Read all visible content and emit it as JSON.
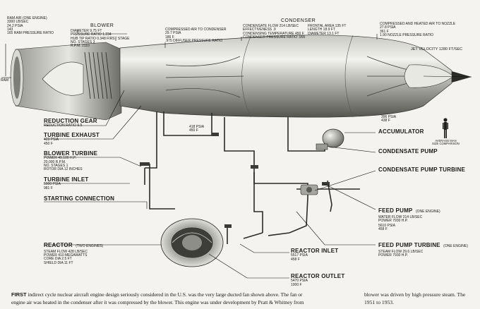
{
  "top_blocks": {
    "ram_air": {
      "title": "RAM AIR (ONE ENGINE)",
      "lines": [
        "3300 LB/SEC",
        "24.2 PSIA",
        "143",
        "165     RAM PRESSURE RATIO"
      ]
    },
    "blower": {
      "heading": "BLOWER",
      "lines": [
        "DIAMETER         9.75 FT",
        "PRESSURE RATIO  1.234",
        "HUB TIP RATIO 0.348 FIRST STAGE",
        "NO. STAGES         3",
        "R.P.M.                2110"
      ]
    },
    "compressed_air": {
      "title": "COMPRESSED AIR TO CONDENSER",
      "lines": [
        "29.7  PSIA",
        "186   F",
        ".975  DIFFUSER PRESSURE RATIO"
      ]
    },
    "condenser": {
      "heading": "CONDENSER",
      "lines": [
        "CONDENSATE FLOW 214  LB/SEC",
        "EFFECTIVENESS         .9",
        "CONDENSING TEMPERATURE  450 F",
        "CONDENSER PRESSURE RATIO .955"
      ],
      "lines2": [
        "FRONTAL AREA      135 FT",
        "LENGTH             18.9 FT",
        "DIAMETER           13.1 FT"
      ]
    },
    "heated_air": {
      "title": "COMPRESSED AND HEATED AIR TO NOZZLE",
      "lines": [
        "27.8  PSIA",
        "361   F",
        "1.90  NOZZLE PRESSURE RATIO"
      ]
    },
    "jet_velocity": "JET VELOCITY   1280 FT/SEC",
    "ram_side": "RAM"
  },
  "left_labels": {
    "reduction_gear": {
      "label": "REDUCTION GEAR",
      "sub": [
        "REDUCTION RATIO  9.5"
      ]
    },
    "turbine_exhaust": {
      "label": "TURBINE EXHAUST",
      "sub": [
        "423 PSIA",
        "450 F"
      ]
    },
    "blower_turbine": {
      "label": "BLOWER TURBINE",
      "sub": [
        "POWER 49,100 H.P.",
        "20,000       R.P.M.",
        "NO. STAGES       1",
        "ROTOR DIA     12 INCHES"
      ]
    },
    "turbine_inlet": {
      "label": "TURBINE INLET",
      "sub": [
        "5000 PSIA",
        "981 F"
      ]
    },
    "starting_connection": {
      "label": "STARTING CONNECTION"
    },
    "reactor": {
      "label": "REACTOR",
      "label_note": "(TWO ENGINES)",
      "sub": [
        "STEAM FLOW  428 LB/SEC",
        "POWER          410 MEGAWATTS",
        "CORE DIA       2.5  FT",
        "SHIELD DIA     11   FT"
      ]
    }
  },
  "mid_labels": {
    "line_418": [
      "418 PSIA",
      "450 F"
    ],
    "line_396": [
      "396 PSIA",
      "438 F"
    ],
    "man": [
      "AVERAGE MAN",
      "SIZE COMPARISON"
    ]
  },
  "right_labels": {
    "accumulator": {
      "label": "ACCUMULATOR"
    },
    "condensate_pump": {
      "label": "CONDENSATE PUMP"
    },
    "condensate_pump_turbine": {
      "label": "CONDENSATE PUMP TURBINE"
    },
    "feed_pump": {
      "label": "FEED PUMP",
      "label_note": "(ONE ENGINE)",
      "sub": [
        "WATER FLOW  214  LB/SEC",
        "POWER            7930 H.P."
      ]
    },
    "line_5610": [
      "5610 PSIA",
      "458 F"
    ],
    "feed_pump_turbine": {
      "label": "FEED PUMP TURBINE",
      "label_note": "(ONE ENGINE)",
      "sub": [
        "STEAM FLOW  29.6 LB/SEC",
        "POWER           7930 H.P."
      ]
    },
    "reactor_inlet": {
      "label": "REACTOR INLET",
      "sub": [
        "5517 PSIA",
        "458 F"
      ]
    },
    "reactor_outlet": {
      "label": "REACTOR OUTLET",
      "sub": [
        "5470 PSIA",
        "1000 F"
      ]
    }
  },
  "caption": {
    "lead": "FIRST",
    "col1_line1": "indirect cycle nuclear aircraft engine design seriously considered in the U.S. was the very large ducted fan shown above. The fan or",
    "col1_line2": "engine air was heated in the condenser after it was compressed by the blower. This engine was under development by Pratt & Whitney from",
    "col2_line1": "blower was driven by high pressure steam. The",
    "col2_line2": "1951 to 1953."
  }
}
